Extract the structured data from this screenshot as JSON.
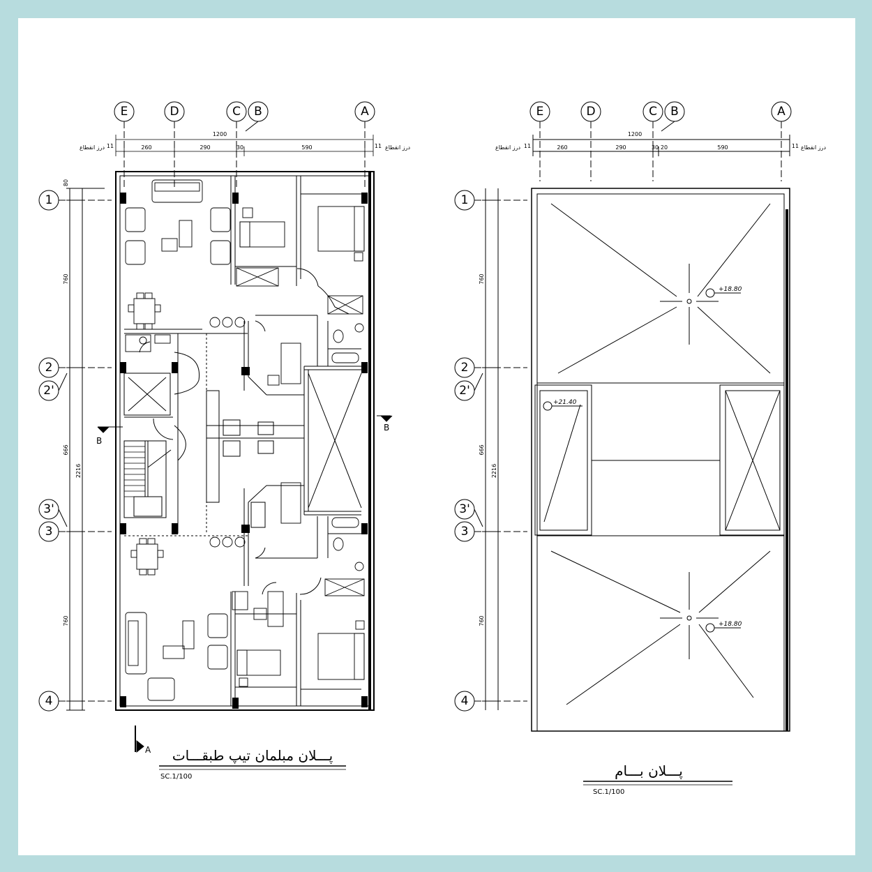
{
  "plans": {
    "left": {
      "title": "پـــلان مبلمان تیپ طبقـــات",
      "scale": "SC.1/100",
      "section_marks": [
        "B",
        "B",
        "A"
      ]
    },
    "right": {
      "title": "پـــلان بـــام",
      "scale": "SC.1/100"
    }
  },
  "axes": {
    "columns": [
      "E",
      "D",
      "C",
      "B",
      "A"
    ],
    "rows": [
      "1",
      "2",
      "2'",
      "3'",
      "3",
      "4"
    ]
  },
  "dimensions": {
    "overall_width": "1200",
    "left_spans": [
      "260",
      "290",
      "30",
      "590"
    ],
    "right_spans": [
      "260",
      "290",
      "30",
      "20",
      "590"
    ],
    "edge_label": "درز انقطاع",
    "edge_value": "11",
    "vertical_spans": [
      "80",
      "760",
      "666",
      "760"
    ],
    "overall_depth": "2216"
  },
  "levels": {
    "roof_upper": "+18.80",
    "roof_stair": "+21.40",
    "roof_lower": "+18.80"
  }
}
